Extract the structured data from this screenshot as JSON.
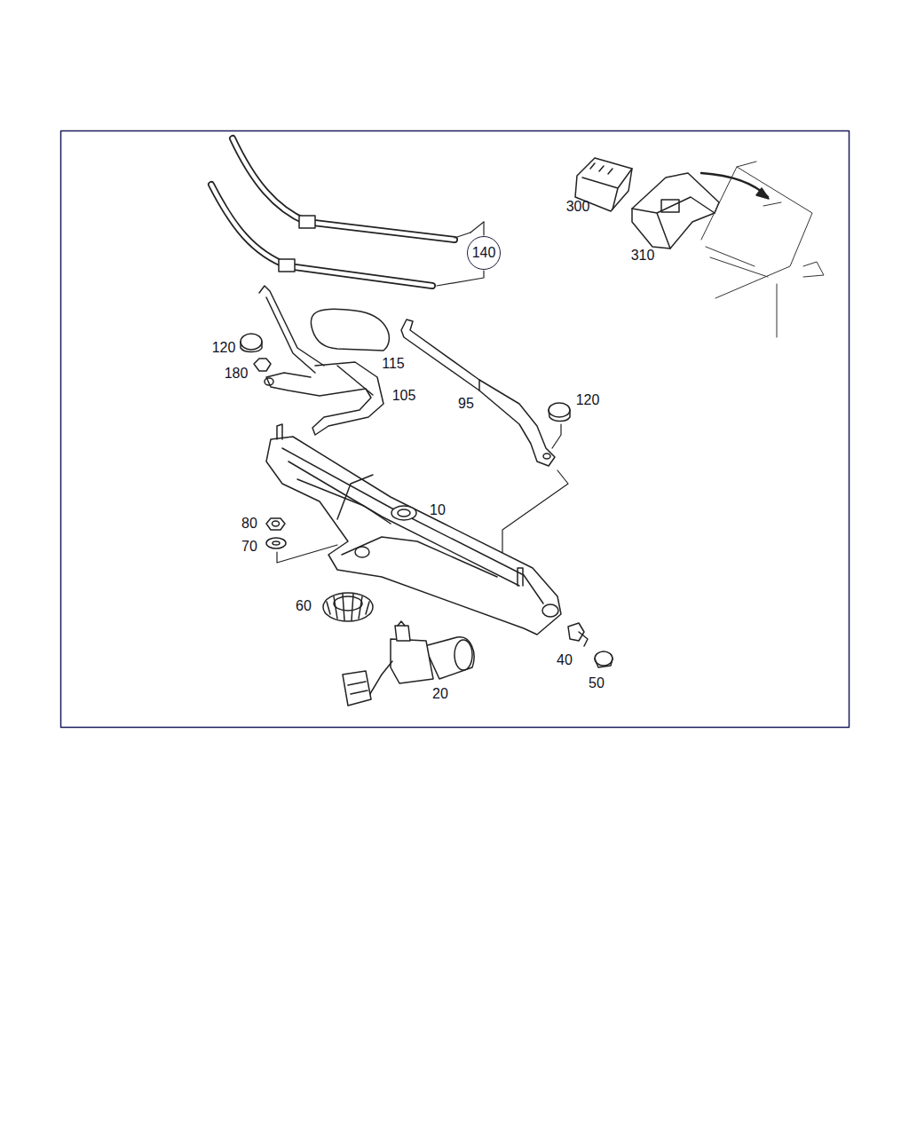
{
  "diagram": {
    "nodes": [
      {
        "text": [
          "140"
        ]
      }
    ],
    "labels": [
      "300",
      "310",
      "120",
      "180",
      "115",
      "105",
      "95",
      "120",
      "10",
      "80",
      "70",
      "60",
      "40",
      "50",
      "20"
    ]
  }
}
